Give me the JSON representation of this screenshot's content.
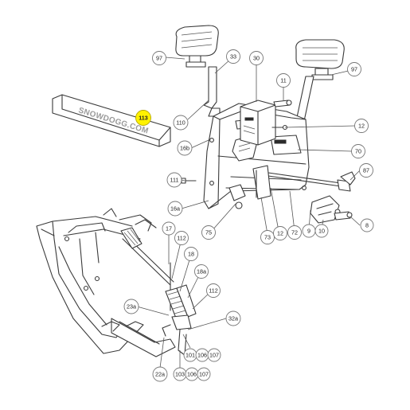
{
  "deflector_text": "SNOWDOGG.COM",
  "highlight_color": "#fff200",
  "callouts": [
    {
      "id": "97",
      "highlight": false
    },
    {
      "id": "33",
      "highlight": false
    },
    {
      "id": "30",
      "highlight": false
    },
    {
      "id": "97",
      "highlight": false
    },
    {
      "id": "11",
      "highlight": false
    },
    {
      "id": "113",
      "highlight": true
    },
    {
      "id": "110",
      "highlight": false
    },
    {
      "id": "12",
      "highlight": false
    },
    {
      "id": "16b",
      "highlight": false
    },
    {
      "id": "70",
      "highlight": false
    },
    {
      "id": "87",
      "highlight": false
    },
    {
      "id": "111",
      "highlight": false
    },
    {
      "id": "16a",
      "highlight": false
    },
    {
      "id": "75",
      "highlight": false
    },
    {
      "id": "73",
      "highlight": false
    },
    {
      "id": "12",
      "highlight": false
    },
    {
      "id": "72",
      "highlight": false
    },
    {
      "id": "9",
      "highlight": false
    },
    {
      "id": "10",
      "highlight": false
    },
    {
      "id": "8",
      "highlight": false
    },
    {
      "id": "17",
      "highlight": false
    },
    {
      "id": "112",
      "highlight": false
    },
    {
      "id": "18",
      "highlight": false
    },
    {
      "id": "18a",
      "highlight": false
    },
    {
      "id": "112",
      "highlight": false
    },
    {
      "id": "23a",
      "highlight": false
    },
    {
      "id": "32a",
      "highlight": false
    },
    {
      "id": "101",
      "highlight": false
    },
    {
      "id": "106",
      "highlight": false
    },
    {
      "id": "107",
      "highlight": false
    },
    {
      "id": "103",
      "highlight": false
    },
    {
      "id": "106",
      "highlight": false
    },
    {
      "id": "107",
      "highlight": false
    },
    {
      "id": "22a",
      "highlight": false
    }
  ]
}
